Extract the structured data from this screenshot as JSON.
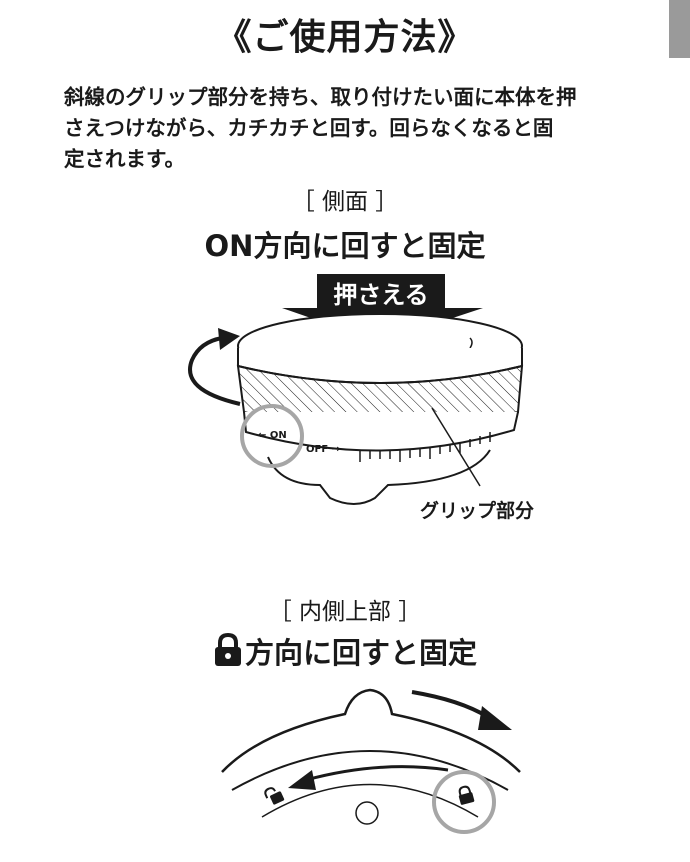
{
  "page": {
    "title": "《ご使用方法》",
    "intro_lines": [
      "斜線のグリップ部分を持ち、取り付けたい面に本体を押",
      "さえつけながら、カチカチと回す。回らなくなると固",
      "定されます。"
    ]
  },
  "side_view": {
    "label": "［ 側面 ］",
    "heading": "ON方向に回すと固定",
    "press_label": "押さえる",
    "on_marker": "← ON",
    "off_marker": "OFF →",
    "grip_label": "グリップ部分"
  },
  "inner_view": {
    "label": "［ 内側上部 ］",
    "heading": "方向に回すと固定",
    "heading_icon": "lock-icon"
  },
  "colors": {
    "ink": "#1a1a1a",
    "highlight_circle": "#a6a6a6",
    "scrollbar": "#9a9a9a"
  }
}
